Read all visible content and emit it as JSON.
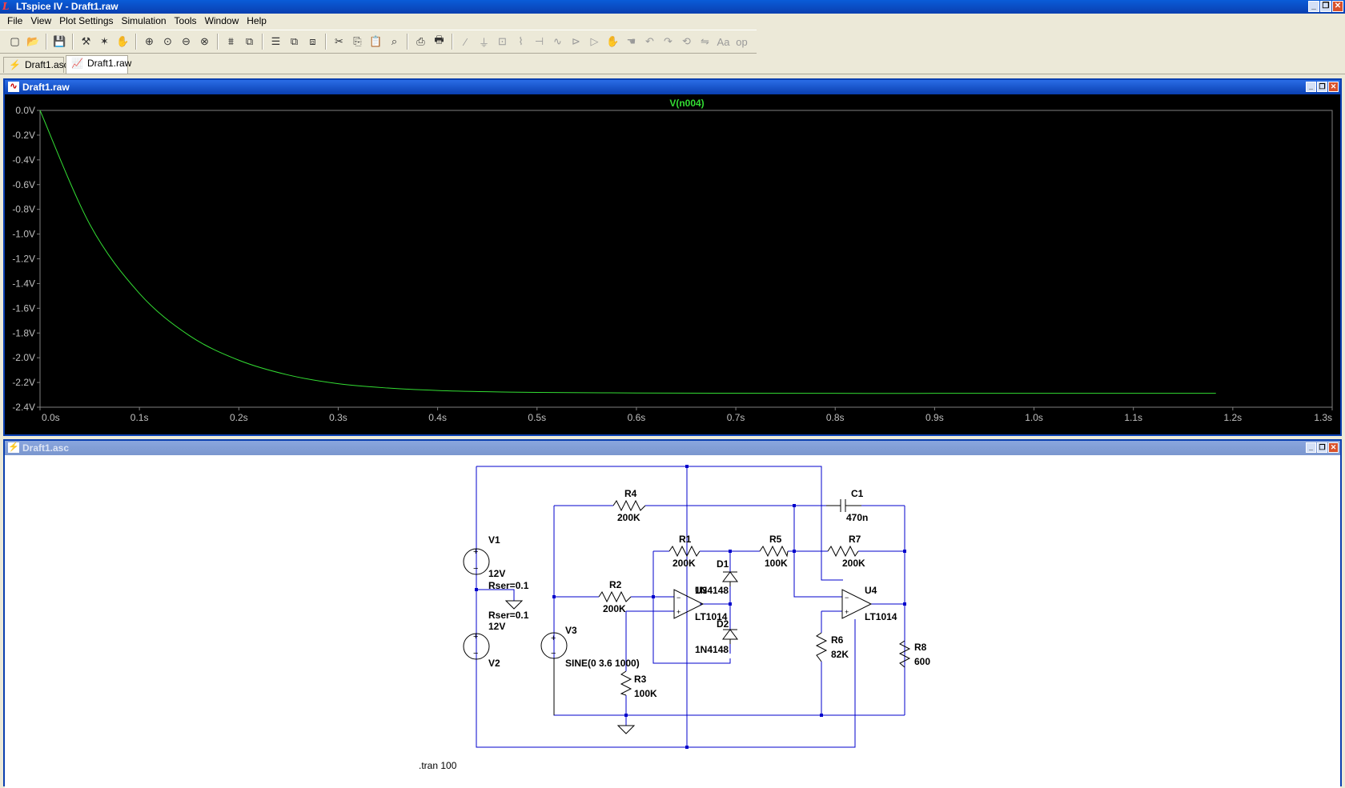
{
  "window": {
    "title": "LTspice IV - Draft1.raw",
    "app_icon": "ltspice-logo",
    "controls": [
      "minimize",
      "restore",
      "close"
    ]
  },
  "menu": [
    "File",
    "View",
    "Plot Settings",
    "Simulation",
    "Tools",
    "Window",
    "Help"
  ],
  "toolbar": {
    "buttons": [
      {
        "icon": "new-schematic-icon",
        "glyph": "▢"
      },
      {
        "icon": "open-icon",
        "glyph": "📂"
      },
      {
        "sep": true
      },
      {
        "icon": "save-icon",
        "glyph": "💾"
      },
      {
        "sep": true
      },
      {
        "icon": "control-panel-icon",
        "glyph": "⚒"
      },
      {
        "icon": "run-icon",
        "glyph": "✶"
      },
      {
        "icon": "pan-hand-icon",
        "glyph": "✋"
      },
      {
        "sep": true
      },
      {
        "icon": "zoom-in-icon",
        "glyph": "⊕"
      },
      {
        "icon": "zoom-area-icon",
        "glyph": "⊙"
      },
      {
        "icon": "zoom-out-icon",
        "glyph": "⊖"
      },
      {
        "icon": "zoom-cancel-icon",
        "glyph": "⊗"
      },
      {
        "sep": true
      },
      {
        "icon": "autorange-icon",
        "glyph": "⩩"
      },
      {
        "icon": "pick-traces-icon",
        "glyph": "⧉"
      },
      {
        "sep": true
      },
      {
        "icon": "tile-horizontal-icon",
        "glyph": "☰"
      },
      {
        "icon": "cascade-icon",
        "glyph": "⧉"
      },
      {
        "icon": "tile-vertical-icon",
        "glyph": "⧈"
      },
      {
        "sep": true
      },
      {
        "icon": "cut-icon",
        "glyph": "✂"
      },
      {
        "icon": "copy-icon",
        "glyph": "⎘"
      },
      {
        "icon": "paste-icon",
        "glyph": "📋"
      },
      {
        "icon": "find-icon",
        "glyph": "⌕"
      },
      {
        "sep": true
      },
      {
        "icon": "print-preview-icon",
        "glyph": "⎙"
      },
      {
        "icon": "print-icon",
        "glyph": "🖶"
      },
      {
        "sep": true
      },
      {
        "icon": "wire-icon",
        "glyph": "∕",
        "disabled": true
      },
      {
        "icon": "ground-icon",
        "glyph": "⏚",
        "disabled": true
      },
      {
        "icon": "label-net-icon",
        "glyph": "⊡",
        "disabled": true
      },
      {
        "icon": "resistor-icon",
        "glyph": "⌇",
        "disabled": true
      },
      {
        "icon": "capacitor-icon",
        "glyph": "⊣",
        "disabled": true
      },
      {
        "icon": "inductor-icon",
        "glyph": "∿",
        "disabled": true
      },
      {
        "icon": "diode-icon",
        "glyph": "⊳",
        "disabled": true
      },
      {
        "icon": "component-icon",
        "glyph": "▷",
        "disabled": true
      },
      {
        "icon": "move-icon",
        "glyph": "✋",
        "disabled": true
      },
      {
        "icon": "drag-icon",
        "glyph": "☚",
        "disabled": true
      },
      {
        "icon": "undo-icon",
        "glyph": "↶",
        "disabled": true
      },
      {
        "icon": "redo-icon",
        "glyph": "↷",
        "disabled": true
      },
      {
        "icon": "rotate-icon",
        "glyph": "⟲",
        "disabled": true
      },
      {
        "icon": "mirror-icon",
        "glyph": "⇋",
        "disabled": true
      },
      {
        "icon": "text-icon",
        "glyph": "Aa",
        "disabled": true
      },
      {
        "icon": "spice-directive-icon",
        "glyph": "op",
        "disabled": true
      }
    ]
  },
  "tabs": [
    {
      "label": "Draft1.asc",
      "icon": "schematic-tab-icon",
      "active": false
    },
    {
      "label": "Draft1.raw",
      "icon": "waveform-tab-icon",
      "active": true
    }
  ],
  "plot_window": {
    "title": "Draft1.raw",
    "controls": [
      "minimize",
      "restore",
      "close"
    ]
  },
  "schematic_window": {
    "title": "Draft1.asc",
    "controls": [
      "minimize",
      "restore",
      "close"
    ]
  },
  "chart_data": {
    "type": "line",
    "background": "#000000",
    "grid": false,
    "series": [
      {
        "name": "V(n004)",
        "color": "#33dd33",
        "x": [
          0,
          0.05,
          0.1,
          0.15,
          0.2,
          0.25,
          0.3,
          0.35,
          0.4,
          0.45,
          0.5,
          0.6,
          0.7,
          0.8,
          0.9,
          1.0,
          1.1,
          1.183
        ],
        "y": [
          0,
          -0.92,
          -1.48,
          -1.82,
          -2.02,
          -2.14,
          -2.21,
          -2.245,
          -2.265,
          -2.275,
          -2.28,
          -2.285,
          -2.287,
          -2.288,
          -2.288,
          -2.288,
          -2.288,
          -2.288
        ]
      }
    ],
    "xlim": [
      0,
      1.3
    ],
    "ylim": [
      -2.4,
      0
    ],
    "x_ticks": [
      "0.0s",
      "0.1s",
      "0.2s",
      "0.3s",
      "0.4s",
      "0.5s",
      "0.6s",
      "0.7s",
      "0.8s",
      "0.9s",
      "1.0s",
      "1.1s",
      "1.2s",
      "1.3s"
    ],
    "y_ticks": [
      "0.0V",
      "-0.2V",
      "-0.4V",
      "-0.6V",
      "-0.8V",
      "-1.0V",
      "-1.2V",
      "-1.4V",
      "-1.6V",
      "-1.8V",
      "-2.0V",
      "-2.2V",
      "-2.4V"
    ]
  },
  "schematic": {
    "components": [
      {
        "ref": "R4",
        "value": "200K"
      },
      {
        "ref": "C1",
        "value": "470n"
      },
      {
        "ref": "V1",
        "value": "12V",
        "extra": "Rser=0.1"
      },
      {
        "ref": "V2",
        "value": "12V",
        "extra": "Rser=0.1"
      },
      {
        "ref": "R1",
        "value": "200K"
      },
      {
        "ref": "D1",
        "value": "1N4148"
      },
      {
        "ref": "R5",
        "value": "100K"
      },
      {
        "ref": "R7",
        "value": "200K"
      },
      {
        "ref": "U3",
        "value": "LT1014"
      },
      {
        "ref": "U4",
        "value": "LT1014"
      },
      {
        "ref": "R2",
        "value": "200K"
      },
      {
        "ref": "D2",
        "value": "1N4148"
      },
      {
        "ref": "V3",
        "value": "SINE(0 3.6 1000)"
      },
      {
        "ref": "R6",
        "value": "82K"
      },
      {
        "ref": "R8",
        "value": "600"
      },
      {
        "ref": "R3",
        "value": "100K"
      }
    ],
    "directive": ".tran 100",
    "wire_color": "#0000cc",
    "component_color": "#000000"
  }
}
